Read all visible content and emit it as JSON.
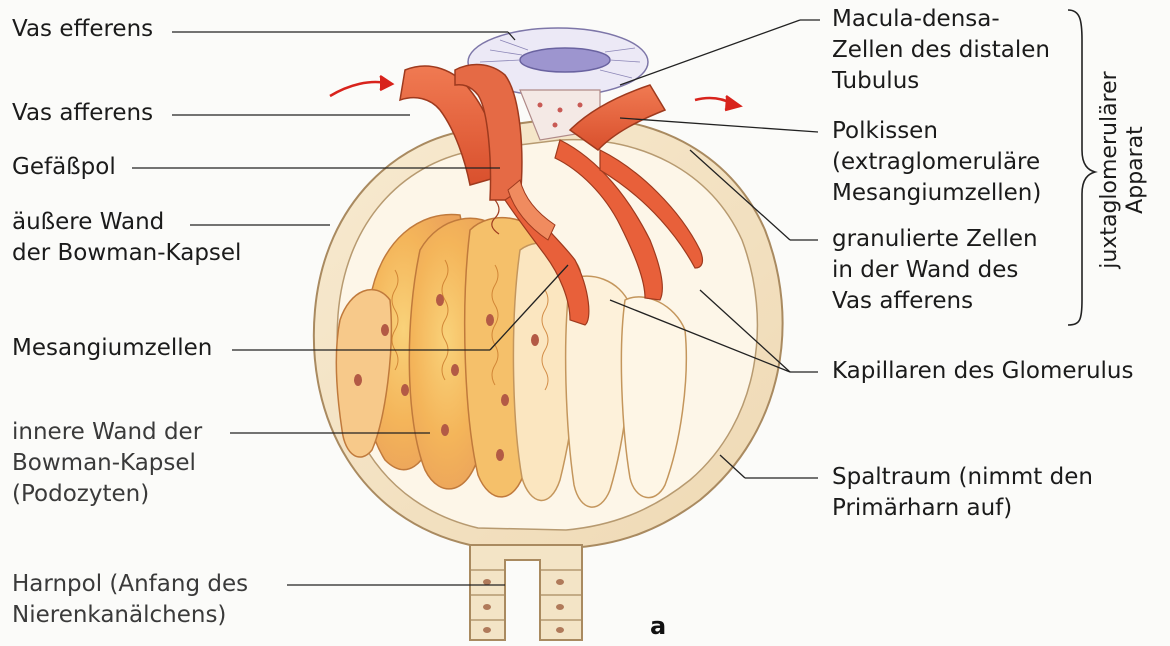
{
  "labels": {
    "vas_efferens": "Vas efferens",
    "vas_afferens": "Vas afferens",
    "gefaesspol": "Gefäßpol",
    "aeussere_wand": "äußere Wand\nder Bowman-Kapsel",
    "mesangiumzellen": "Mesangiumzellen",
    "innere_wand": "innere Wand der\nBowman-Kapsel\n(Podozyten)",
    "harnpol": "Harnpol (Anfang des\nNierenkanälchens)",
    "macula_densa": "Macula-densa-\nZellen des distalen\nTubulus",
    "polkissen": "Polkissen\n(extraglomeruläre\nMesangiumzellen)",
    "granulierte_zellen": "granulierte Zellen\nin der Wand des\nVas afferens",
    "kapillaren": "Kapillaren des Glomerulus",
    "spaltraum": "Spaltraum (nimmt den\nPrimärharn auf)",
    "bracket_group": "juxtaglomerulärer\nApparat",
    "panel_letter": "a"
  },
  "colors": {
    "vessel": "#e8603a",
    "capsule": "#f3e4c6",
    "capillary_tuft": "#f2b760",
    "macula_densa": "#b9b3e0",
    "flow_arrow": "#d8231c"
  }
}
